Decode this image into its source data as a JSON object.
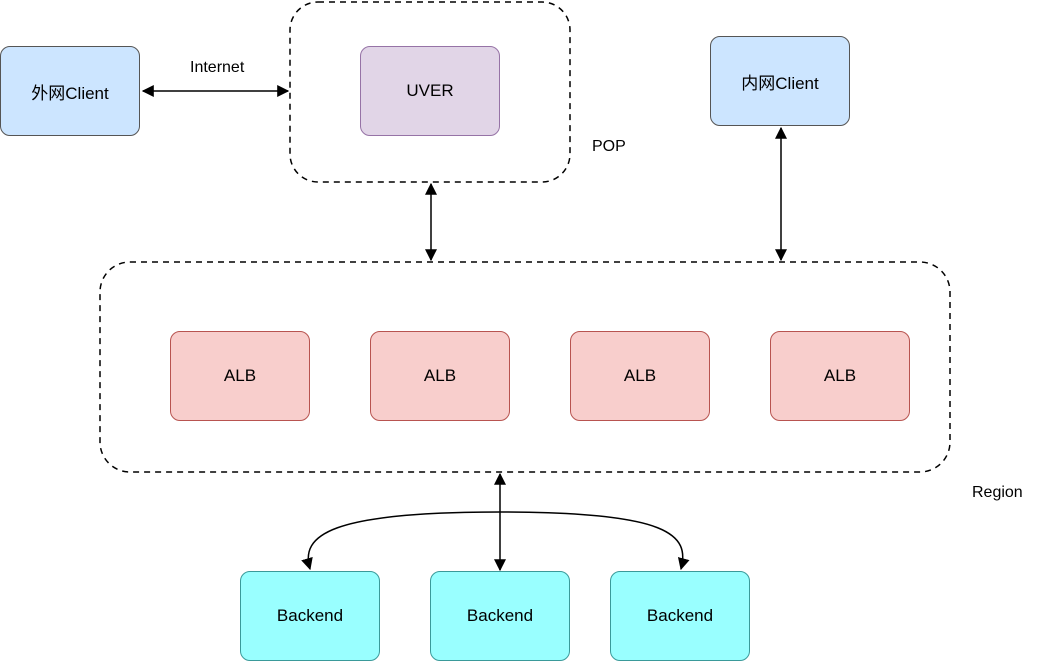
{
  "colors": {
    "client": "#cce5ff",
    "uver": "#e1d5e7",
    "alb": "#f8cecc",
    "backend": "#99ffff",
    "stroke": "#000000"
  },
  "nodes": {
    "external_client": "外网Client",
    "uver": "UVER",
    "internal_client": "内网Client",
    "alb": [
      "ALB",
      "ALB",
      "ALB",
      "ALB"
    ],
    "backend": [
      "Backend",
      "Backend",
      "Backend"
    ]
  },
  "labels": {
    "internet": "Internet",
    "pop": "POP",
    "region": "Region"
  }
}
